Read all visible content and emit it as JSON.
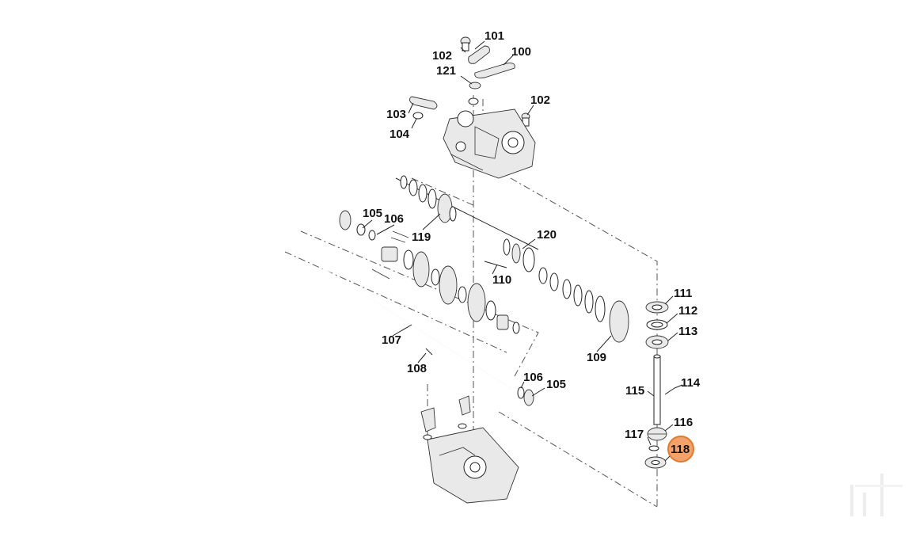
{
  "diagram": {
    "callouts": [
      {
        "id": "c101",
        "label": "101"
      },
      {
        "id": "c102a",
        "label": "102"
      },
      {
        "id": "c100",
        "label": "100"
      },
      {
        "id": "c121",
        "label": "121"
      },
      {
        "id": "c102b",
        "label": "102"
      },
      {
        "id": "c103",
        "label": "103"
      },
      {
        "id": "c104",
        "label": "104"
      },
      {
        "id": "c105a",
        "label": "105"
      },
      {
        "id": "c106a",
        "label": "106"
      },
      {
        "id": "c119",
        "label": "119"
      },
      {
        "id": "c120",
        "label": "120"
      },
      {
        "id": "c110",
        "label": "110"
      },
      {
        "id": "c107",
        "label": "107"
      },
      {
        "id": "c108",
        "label": "108"
      },
      {
        "id": "c109",
        "label": "109"
      },
      {
        "id": "c106b",
        "label": "106"
      },
      {
        "id": "c105b",
        "label": "105"
      },
      {
        "id": "c111",
        "label": "111"
      },
      {
        "id": "c112",
        "label": "112"
      },
      {
        "id": "c113",
        "label": "113"
      },
      {
        "id": "c114",
        "label": "114"
      },
      {
        "id": "c115",
        "label": "115"
      },
      {
        "id": "c116",
        "label": "116"
      },
      {
        "id": "c117",
        "label": "117"
      },
      {
        "id": "c118",
        "label": "118",
        "selected": true
      }
    ],
    "highlight_color": "#f4a26b"
  }
}
